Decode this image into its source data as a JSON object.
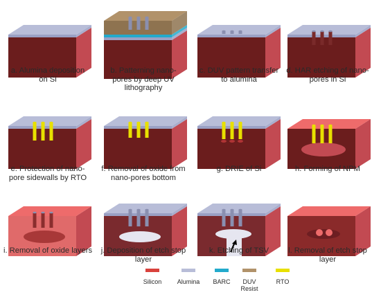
{
  "colors": {
    "silicon_front": "#6b1d1d",
    "silicon_side": "#c24a52",
    "silicon_top": "#ee6b6b",
    "silicon_exposed_front": "#e06a6a",
    "alumina_top": "#b8bdd8",
    "alumina_edge": "#9aa0c4",
    "barc": "#22aacc",
    "duv_resist": "#b1926a",
    "rto": "#e8e000",
    "pore": "#8a8fb0",
    "cavity": "#e6e6f0",
    "arrow": "#000000"
  },
  "panels": [
    {
      "id": "a",
      "caption": "a. Alumina deposition\non Si"
    },
    {
      "id": "b",
      "caption": "b. Patterning nano-\npores by deep UV\nlithography"
    },
    {
      "id": "c",
      "caption": "c. DUV pattern transfer\nto alumina"
    },
    {
      "id": "d",
      "caption": "d. HAR etching of nano-\npores in Si"
    },
    {
      "id": "e",
      "caption": "e. Protection of nano-\npore sidewalls by RTO"
    },
    {
      "id": "f",
      "caption": "f. Removal of oxide from\nnano-pores bottom"
    },
    {
      "id": "g",
      "caption": "g. DRIE of Si"
    },
    {
      "id": "h",
      "caption": "h. Forming of NPM"
    },
    {
      "id": "i",
      "caption": "i. Removal of oxide layers"
    },
    {
      "id": "j",
      "caption": "j. Deposition of etch stop\nlayer"
    },
    {
      "id": "k",
      "caption": "k. Etching of TSV"
    },
    {
      "id": "l",
      "caption": "l. Removal of etch stop\nlayer"
    }
  ],
  "legend": [
    {
      "label": "Silicon",
      "color": "#d9413c"
    },
    {
      "label": "Alumina",
      "color": "#b8bdd8"
    },
    {
      "label": "BARC",
      "color": "#22aacc"
    },
    {
      "label": "DUV\nResist",
      "color": "#b1926a"
    },
    {
      "label": "RTO",
      "color": "#e8e000"
    }
  ]
}
